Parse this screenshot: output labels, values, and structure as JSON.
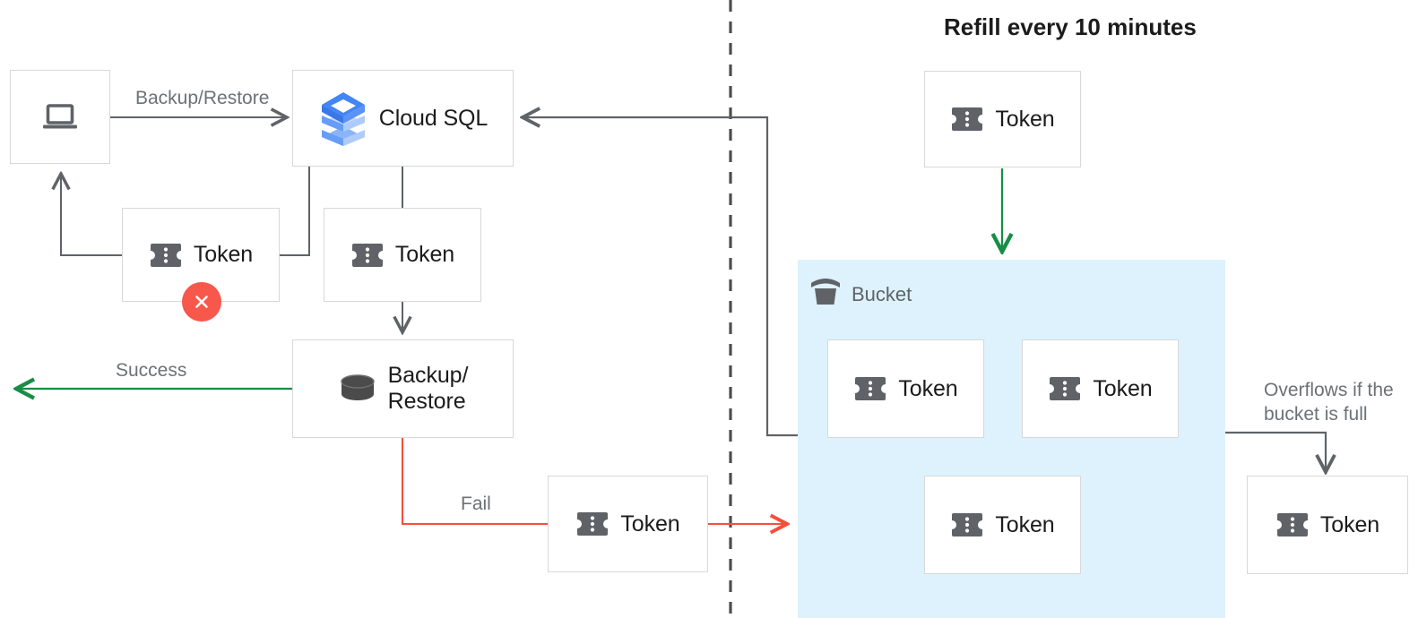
{
  "diagram": {
    "title": "Refill every 10 minutes",
    "token_label": "Token",
    "bucket_label": "Bucket",
    "colors": {
      "line_gray": "#5f6368",
      "line_green": "#188d46",
      "line_red": "#f4503c",
      "bucket_fill": "#ddf2fd",
      "node_border": "#d8d8d8",
      "error_badge": "#f8574b",
      "text_dark": "#1b1b1b",
      "text_muted": "#6d7175",
      "cloudsql_blue": "#4285f4"
    }
  },
  "nodes": {
    "client": {
      "icon": "laptop-icon",
      "label": ""
    },
    "cloud_sql": {
      "icon": "cloud-sql-icon",
      "label": "Cloud SQL"
    },
    "token_failed": {
      "icon": "token-icon",
      "label": "Token",
      "status": "error"
    },
    "token_request": {
      "icon": "token-icon",
      "label": "Token"
    },
    "backup_restore": {
      "icon": "database-icon",
      "label": "Backup/\nRestore"
    },
    "token_fail_path": {
      "icon": "token-icon",
      "label": "Token"
    },
    "token_refill": {
      "icon": "token-icon",
      "label": "Token"
    },
    "token_bucket_1": {
      "icon": "token-icon",
      "label": "Token"
    },
    "token_bucket_2": {
      "icon": "token-icon",
      "label": "Token"
    },
    "token_bucket_3": {
      "icon": "token-icon",
      "label": "Token"
    },
    "token_overflow": {
      "icon": "token-icon",
      "label": "Token"
    }
  },
  "edge_labels": {
    "backup_restore": "Backup/Restore",
    "success": "Success",
    "fail": "Fail",
    "overflow": "Overflows if the\nbucket is full"
  }
}
